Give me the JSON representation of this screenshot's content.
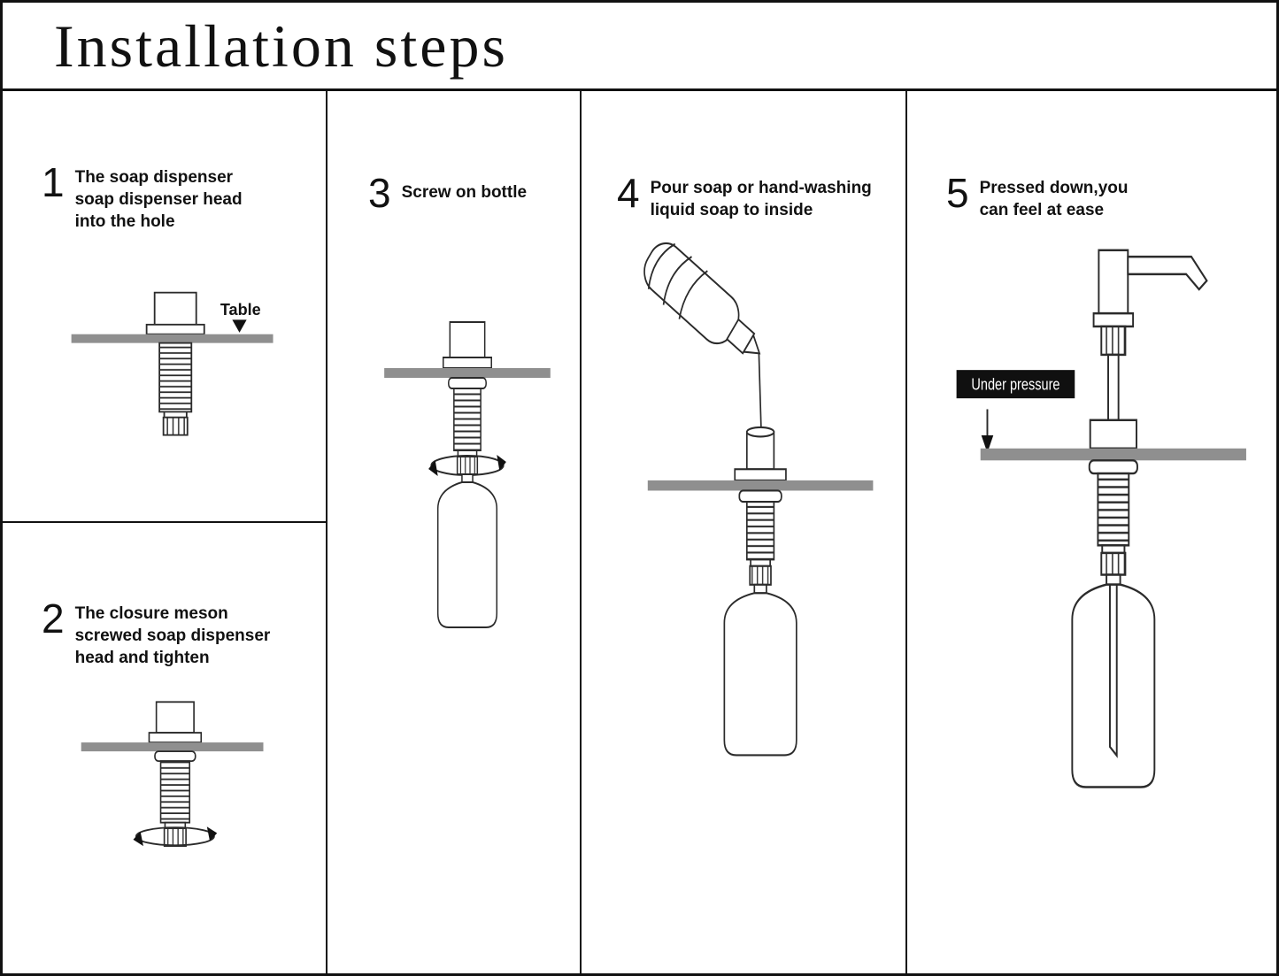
{
  "title": "Installation steps",
  "steps": [
    {
      "number": "1",
      "text": "The soap dispenser soap dispenser head into the hole"
    },
    {
      "number": "2",
      "text": "The closure meson screwed soap dispenser head and tighten"
    },
    {
      "number": "3",
      "text": "Screw on bottle"
    },
    {
      "number": "4",
      "text": "Pour soap or hand-washing liquid soap to inside"
    },
    {
      "number": "5",
      "text": "Pressed down,you can feel at ease"
    }
  ],
  "labels": {
    "table": "Table",
    "under_pressure": "Under pressure"
  },
  "colors": {
    "table_fill": "#8f8f8f",
    "line": "#2b2b2b",
    "label_bg": "#101010",
    "label_text": "#ffffff"
  }
}
